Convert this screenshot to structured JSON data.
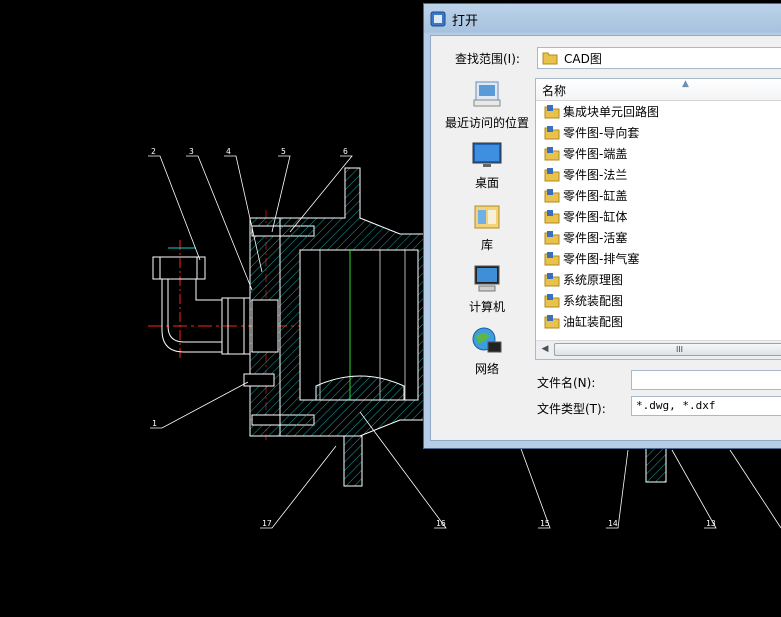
{
  "cad": {
    "callouts": [
      "2",
      "3",
      "4",
      "5",
      "6",
      "1",
      "17",
      "16",
      "15",
      "14",
      "13"
    ]
  },
  "dialog": {
    "title": "打开",
    "look_in_label": "查找范围(I):",
    "look_in_value": "CAD图",
    "places": [
      {
        "label": "最近访问的位置",
        "icon": "recent-places-icon"
      },
      {
        "label": "桌面",
        "icon": "desktop-icon"
      },
      {
        "label": "库",
        "icon": "library-icon"
      },
      {
        "label": "计算机",
        "icon": "computer-icon"
      },
      {
        "label": "网络",
        "icon": "network-icon"
      }
    ],
    "column_header": "名称",
    "files": [
      "集成块单元回路图",
      "零件图-导向套",
      "零件图-端盖",
      "零件图-法兰",
      "零件图-缸盖",
      "零件图-缸体",
      "零件图-活塞",
      "零件图-排气塞",
      "系统原理图",
      "系统装配图",
      "油缸装配图"
    ],
    "scroll_grip": "III",
    "filename_label": "文件名(N):",
    "filename_value": "",
    "filetype_label": "文件类型(T):",
    "filetype_value": "*.dwg, *.dxf",
    "colors": {
      "folder": "#e8c24a",
      "titlebar": "#a7c2df",
      "cad_line": "#ffffff",
      "cad_hatch": "#1ec8c8",
      "cad_center": "#ff2020"
    }
  }
}
